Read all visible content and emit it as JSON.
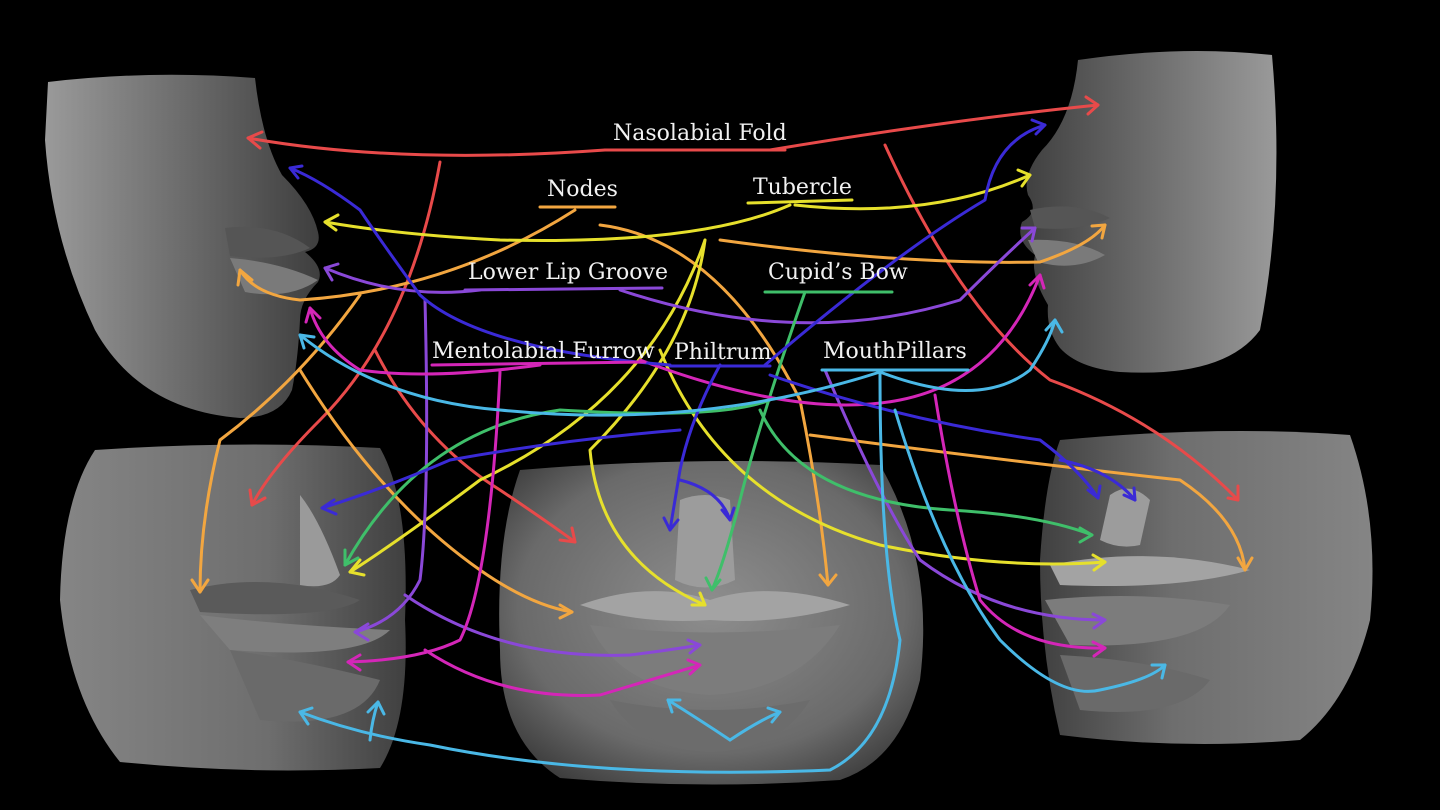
{
  "labels": {
    "nasolabial": "Nasolabial Fold",
    "nodes": "Nodes",
    "tubercle": "Tubercle",
    "lower_lip_groove": "Lower Lip Groove",
    "cupids_bow": "Cupid’s Bow",
    "mentolabial": "Mentolabial Furrow",
    "philtrum": "Philtrum",
    "mouth_pillars": "MouthPillars"
  },
  "colors": {
    "background": "#000000",
    "nasolabial": "#e84a4a",
    "nodes": "#f2a640",
    "tubercle": "#e6e02c",
    "lower_lip_groove": "#8a48d8",
    "cupids_bow": "#3fbf6a",
    "mentolabial": "#d426b8",
    "philtrum": "#3a2ad6",
    "mouth_pillars": "#4ab8e6",
    "sculpt": "#8a8a8a"
  }
}
